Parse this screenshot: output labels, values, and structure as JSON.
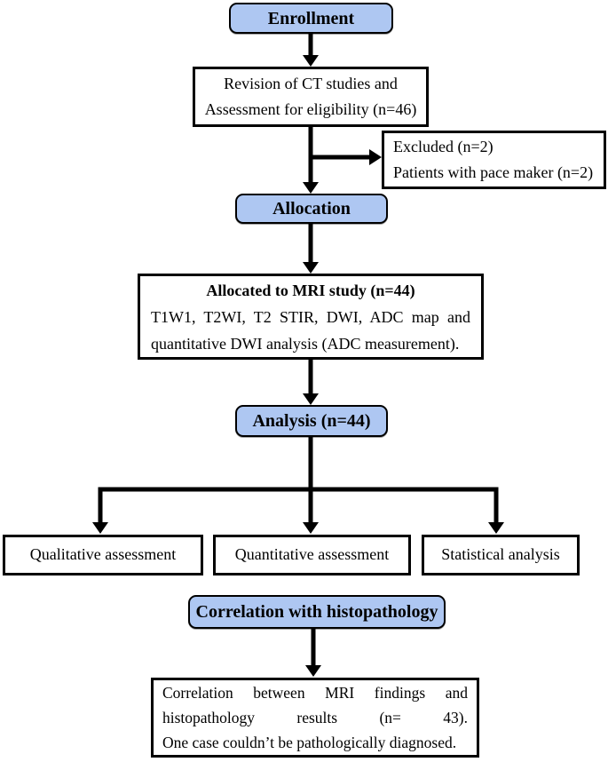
{
  "diagram": {
    "type": "flowchart",
    "colors": {
      "stage_fill": "#aec7f2",
      "border": "#000000",
      "background": "#ffffff",
      "arrow": "#000000"
    },
    "nodes": {
      "enrollment": {
        "label": "Enrollment"
      },
      "revision": {
        "lines": [
          "Revision of CT studies and",
          "Assessment for eligibility (n=46)"
        ]
      },
      "excluded": {
        "lines": [
          "Excluded (n=2)",
          "Patients with pace maker (n=2)"
        ]
      },
      "allocation": {
        "label": "Allocation"
      },
      "allocated": {
        "title": "Allocated to MRI study (n=44)",
        "lines": [
          "T1W1, T2WI, T2 STIR, DWI, ADC map and",
          "quantitative DWI analysis (ADC measurement)."
        ]
      },
      "analysis": {
        "label": "Analysis (n=44)"
      },
      "qualitative": {
        "label": "Qualitative assessment"
      },
      "quantitative": {
        "label": "Quantitative assessment"
      },
      "statistical": {
        "label": "Statistical analysis"
      },
      "correlation": {
        "label": "Correlation with histopathology"
      },
      "correlation_detail": {
        "lines": [
          "Correlation between MRI findings and",
          "histopathology results (n= 43).",
          "One case couldn’t be pathologically diagnosed."
        ]
      }
    }
  }
}
